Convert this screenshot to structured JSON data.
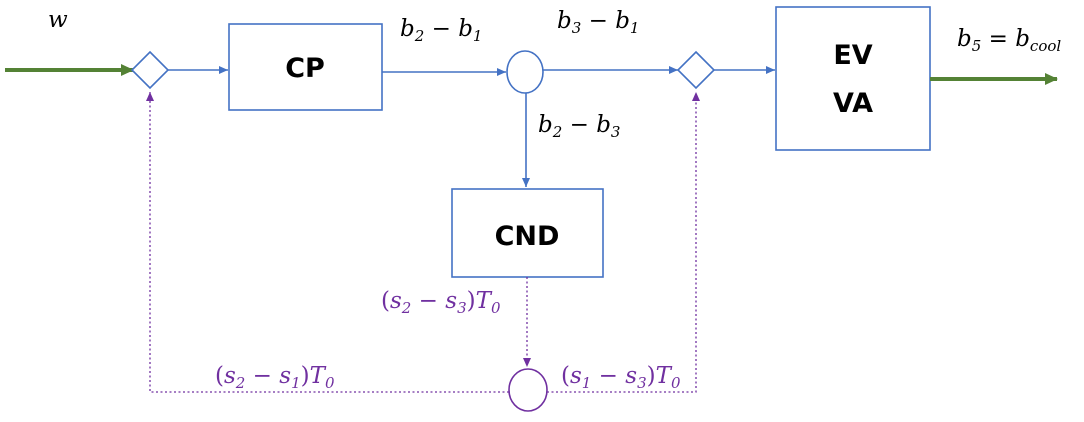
{
  "blocks": {
    "cp": "CP",
    "cnd": "CND",
    "ev": "EV",
    "va": "VA"
  },
  "labels": {
    "input_w": "w",
    "b2_minus_b1": {
      "a": "b",
      "a_sub": "2",
      "op": " − ",
      "b": "b",
      "b_sub": "1"
    },
    "b3_minus_b1": {
      "a": "b",
      "a_sub": "3",
      "op": " − ",
      "b": "b",
      "b_sub": "1"
    },
    "b2_minus_b3": {
      "a": "b",
      "a_sub": "2",
      "op": " − ",
      "b": "b",
      "b_sub": "3"
    },
    "output": {
      "a": "b",
      "a_sub": "5",
      "op": " = ",
      "b": "b",
      "b_sub": "cool"
    },
    "s2_minus_s3": {
      "open": "(",
      "a": "s",
      "a_sub": "2",
      "op": " − ",
      "b": "s",
      "b_sub": "3",
      "close": ")",
      "t": "T",
      "t_sub": "0"
    },
    "s2_minus_s1": {
      "open": "(",
      "a": "s",
      "a_sub": "2",
      "op": " − ",
      "b": "s",
      "b_sub": "1",
      "close": ")",
      "t": "T",
      "t_sub": "0"
    },
    "s1_minus_s3": {
      "open": "(",
      "a": "s",
      "a_sub": "1",
      "op": " − ",
      "b": "s",
      "b_sub": "3",
      "close": ")",
      "t": "T",
      "t_sub": "0"
    }
  },
  "colors": {
    "block_stroke": "#4472c4",
    "flow_arrow": "#4472c4",
    "input_output_arrow": "#548235",
    "loss_path": "#7030a0"
  }
}
